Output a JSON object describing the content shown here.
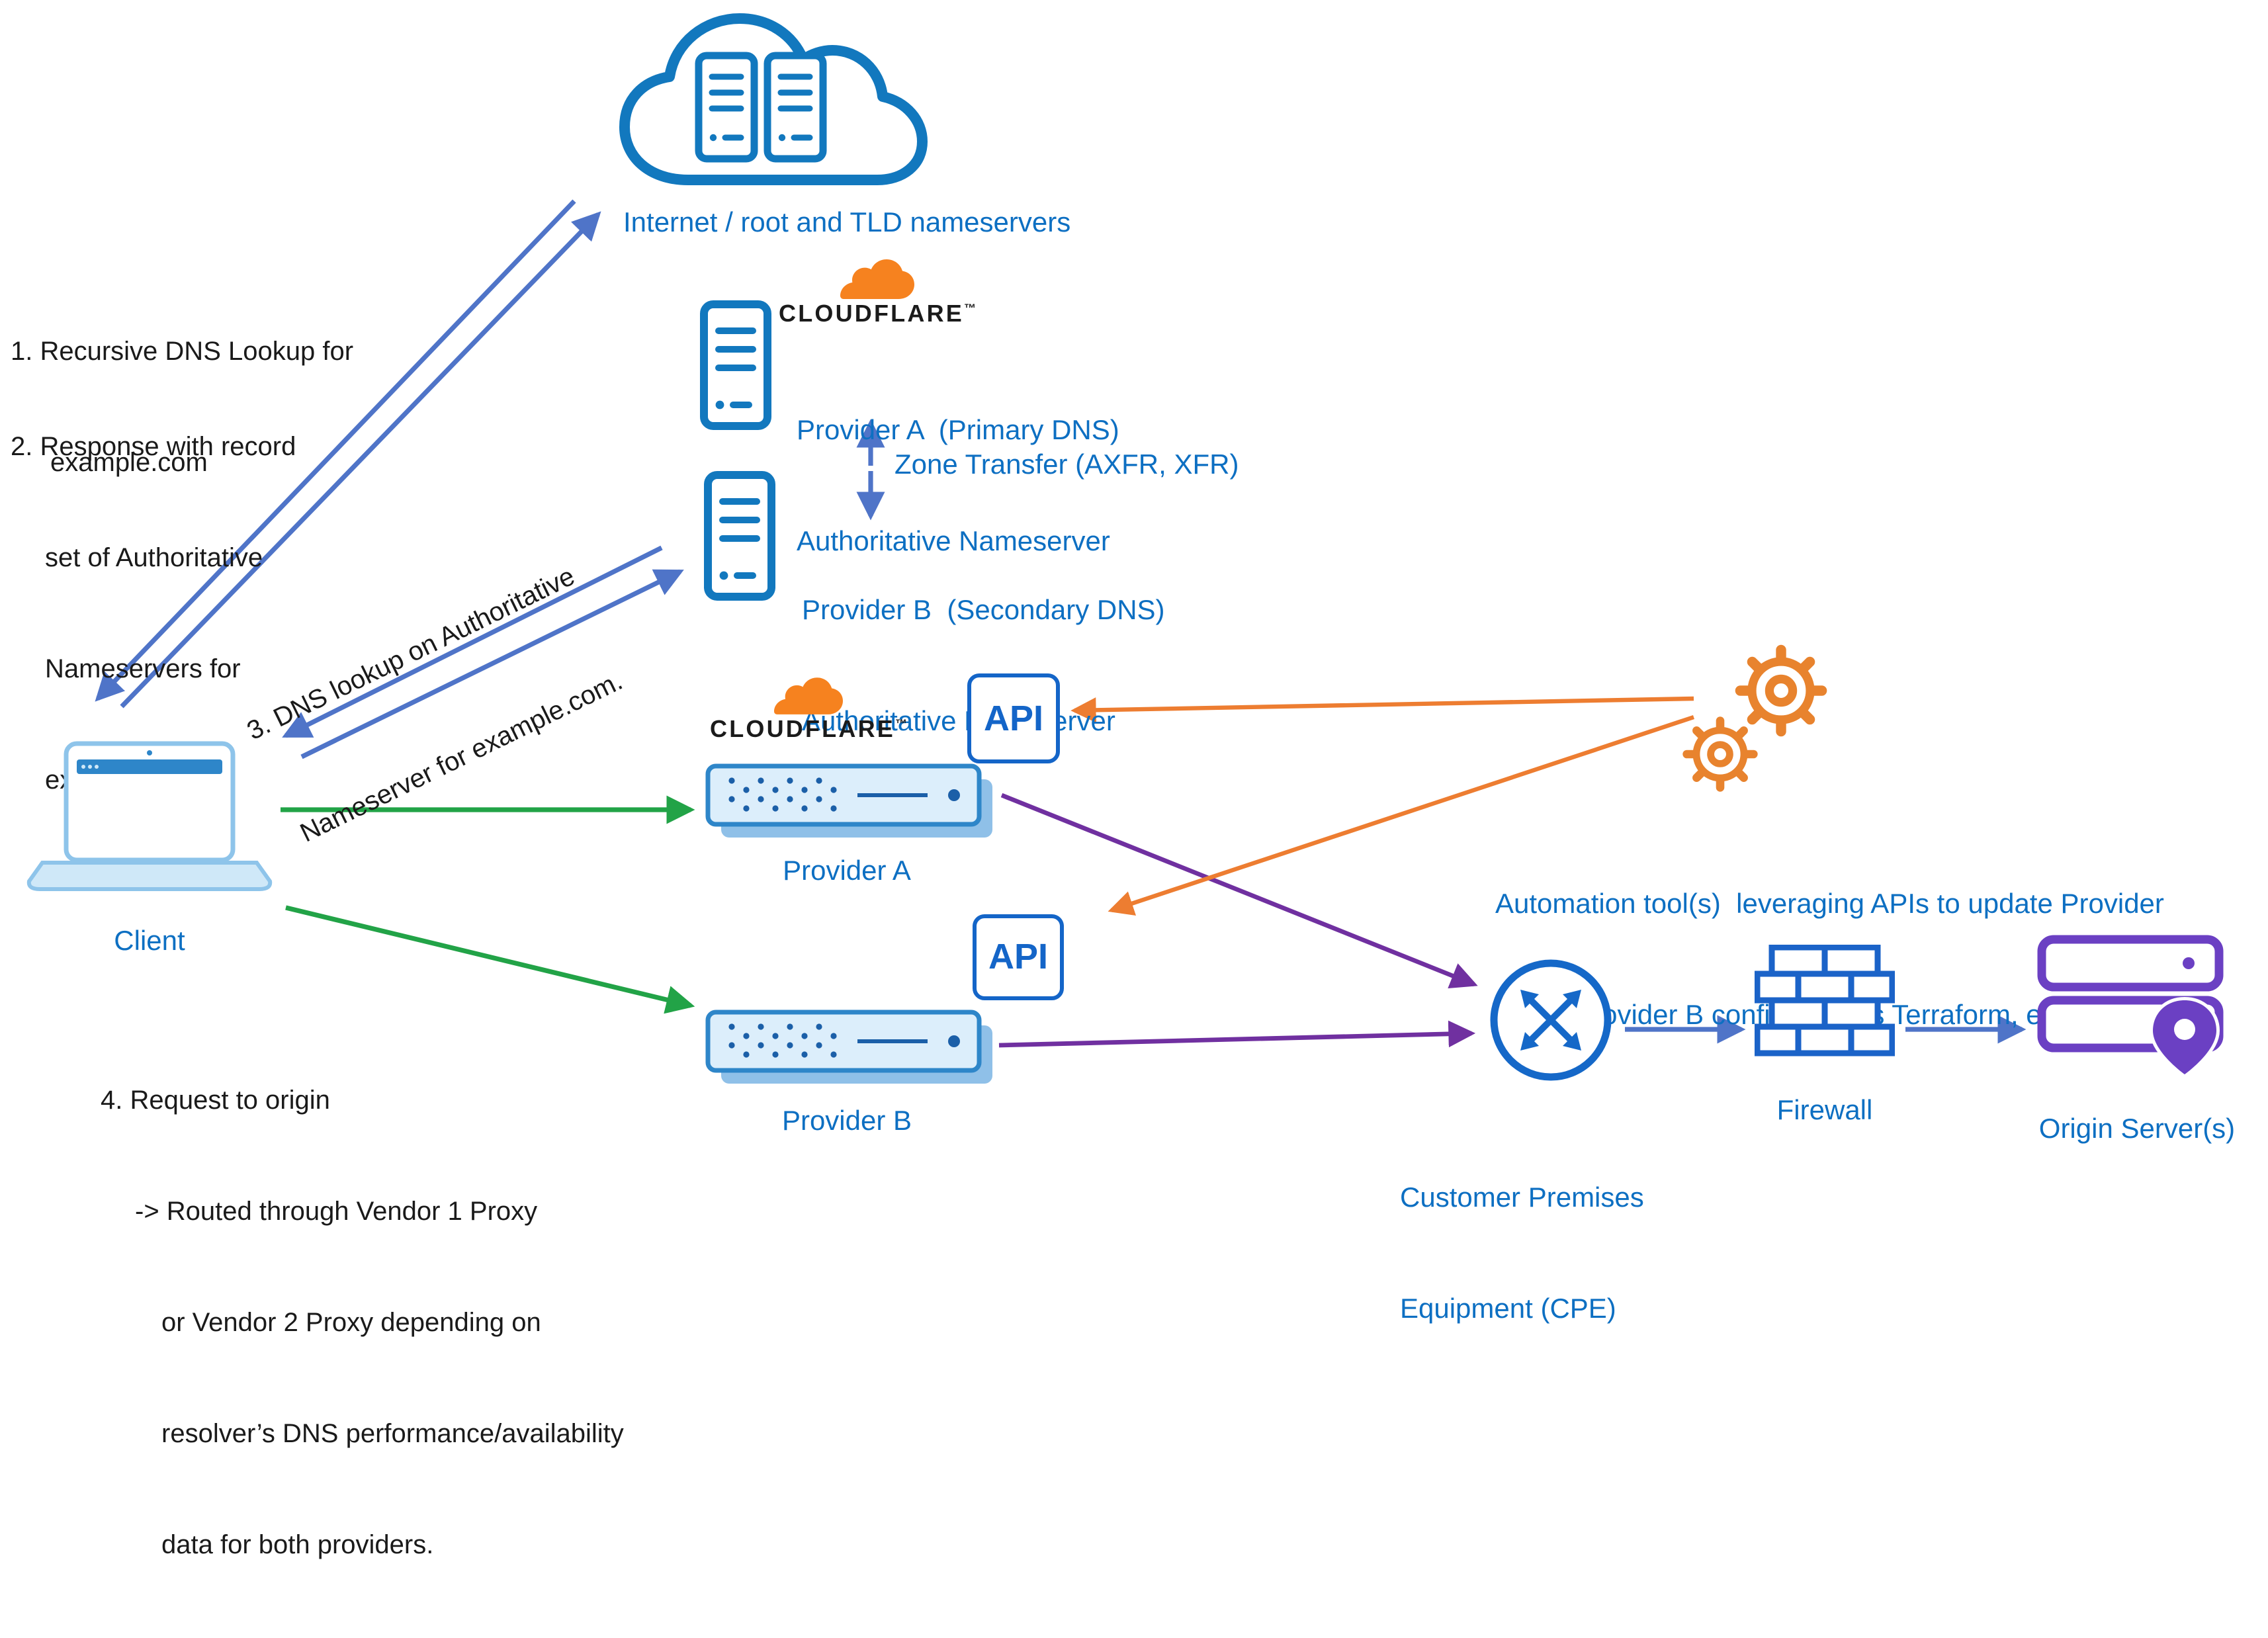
{
  "colors": {
    "label_blue": "#0d6fc2",
    "arrow_slate": "#4f74c8",
    "arrow_green": "#22a347",
    "arrow_purple": "#7030a0",
    "arrow_orange": "#ed7d31",
    "cloudflare_orange": "#f6821f",
    "icon_blue": "#1278be",
    "device_blue": "#1465c8",
    "origin_purple": "#6b40c3"
  },
  "nodes": {
    "internet": {
      "label": "Internet / root and TLD nameservers"
    },
    "provider_a_ns": {
      "brand": "CLOUDFLARE",
      "brand_tm": "™",
      "line1": "Provider A  (Primary DNS)",
      "line2": "Authoritative Nameserver"
    },
    "provider_b_ns": {
      "line1": "Provider B  (Secondary DNS)",
      "line2": "Authoritative Nameserver"
    },
    "client": {
      "label": "Client"
    },
    "proxy_a": {
      "brand": "CLOUDFLARE",
      "brand_tm": "™",
      "label": "Provider A",
      "api_label": "API"
    },
    "proxy_b": {
      "label": "Provider B",
      "api_label": "API"
    },
    "automation": {
      "line1": "Automation tool(s)  leveraging APIs to update Provider",
      "line2": "A and Provider B configurations Terraform, etc.)"
    },
    "cpe": {
      "line1": "Customer Premises",
      "line2": "Equipment (CPE)"
    },
    "firewall": {
      "label": "Firewall"
    },
    "origin": {
      "label": "Origin Server(s)"
    }
  },
  "annotations": {
    "step1": {
      "line1": "1. Recursive DNS Lookup for",
      "line2": "example.com"
    },
    "step2": {
      "line1": "2. Response with record",
      "line2": "set of Authoritative",
      "line3": "Nameservers for",
      "line4": "example.com."
    },
    "step3": {
      "line1": "3. DNS lookup on Authoritative",
      "line2": "Nameserver for example.com."
    },
    "step4": {
      "line1": "4. Request to origin",
      "line2": "-> Routed through Vendor 1 Proxy",
      "line3": "or Vendor 2 Proxy depending on",
      "line4": "resolver’s DNS performance/availability",
      "line5": "data for both providers."
    },
    "zone_transfer": "Zone Transfer (AXFR, XFR)"
  }
}
